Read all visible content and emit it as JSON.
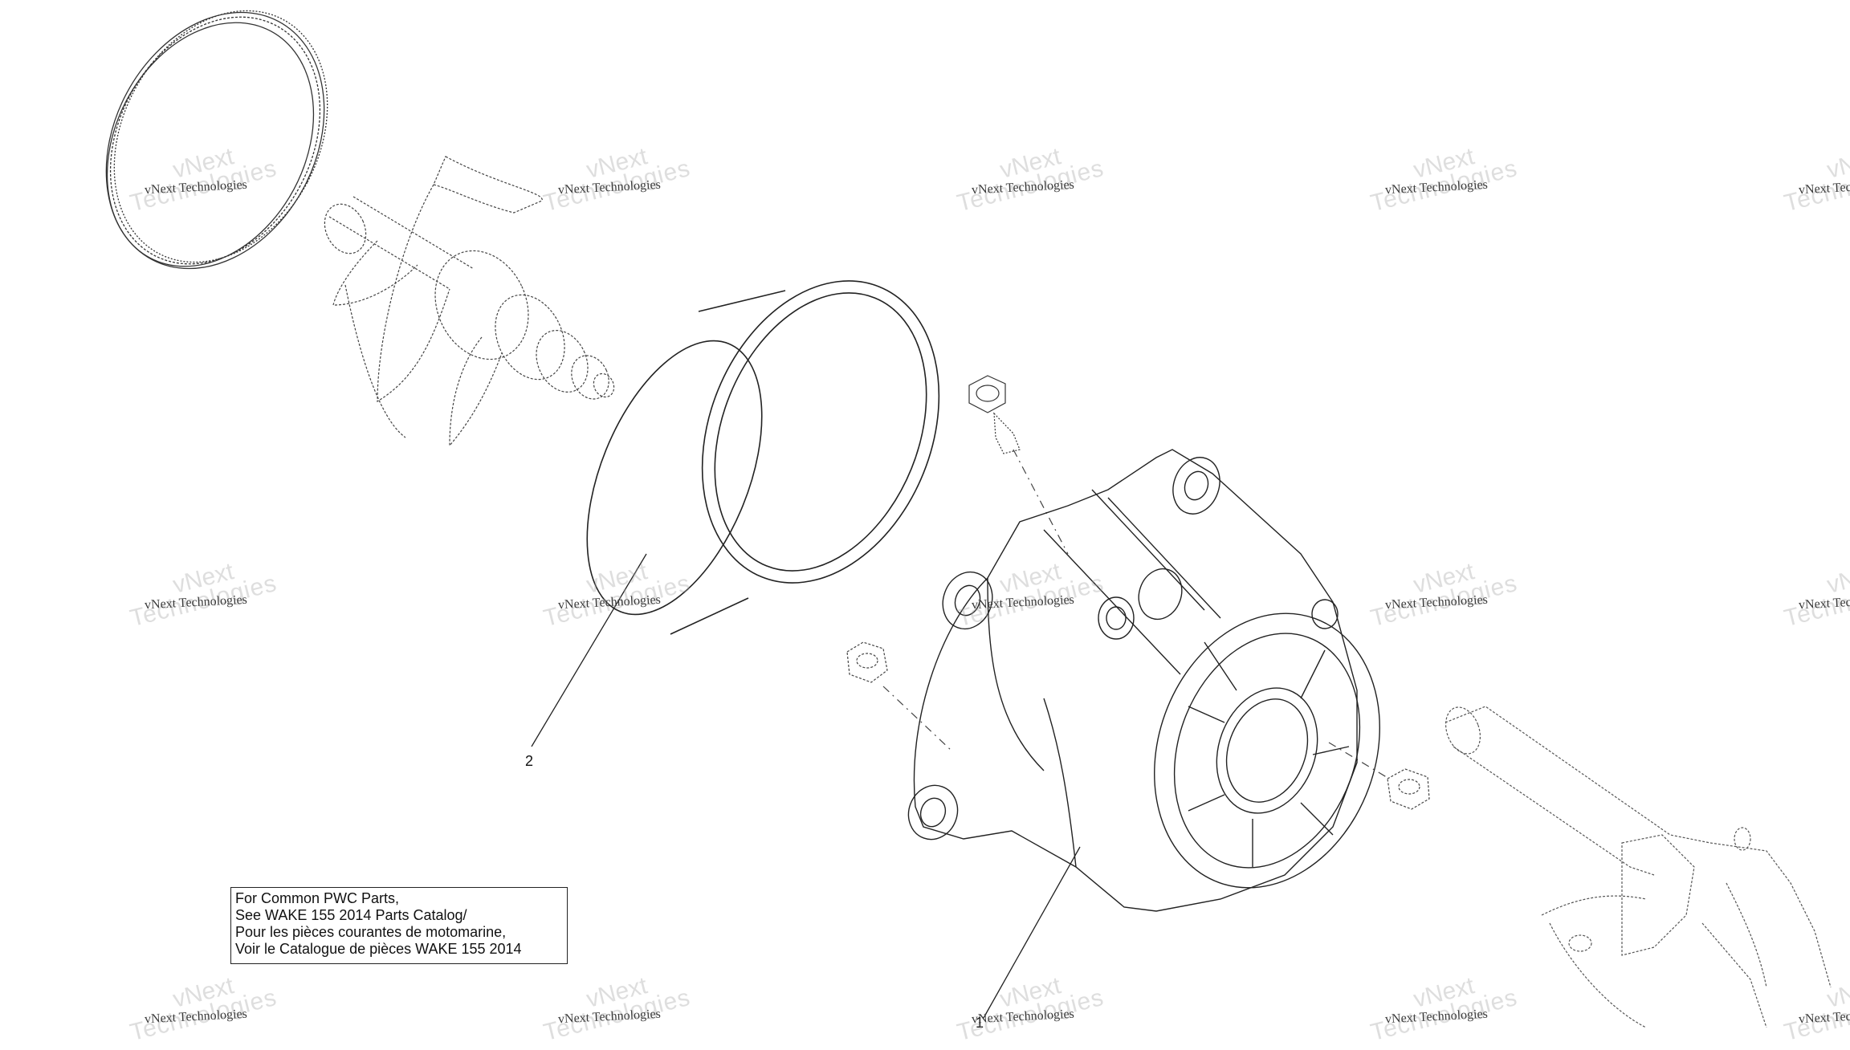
{
  "diagram": {
    "callouts": [
      {
        "id": "2",
        "label": "2"
      },
      {
        "id": "1",
        "label": "1"
      }
    ],
    "note": {
      "lines": [
        "For Common PWC Parts,",
        "See WAKE 155 2014 Parts Catalog/",
        "Pour les pièces courantes de motomarine,",
        "Voir le Catalogue de pièces WAKE 155 2014"
      ]
    },
    "watermark": {
      "text": "vNext Technologies",
      "word1": "Technologies",
      "word2": "vNext"
    },
    "colors": {
      "line": "#222222",
      "dashed": "#555555",
      "watermark": "#9a9a9a"
    }
  }
}
